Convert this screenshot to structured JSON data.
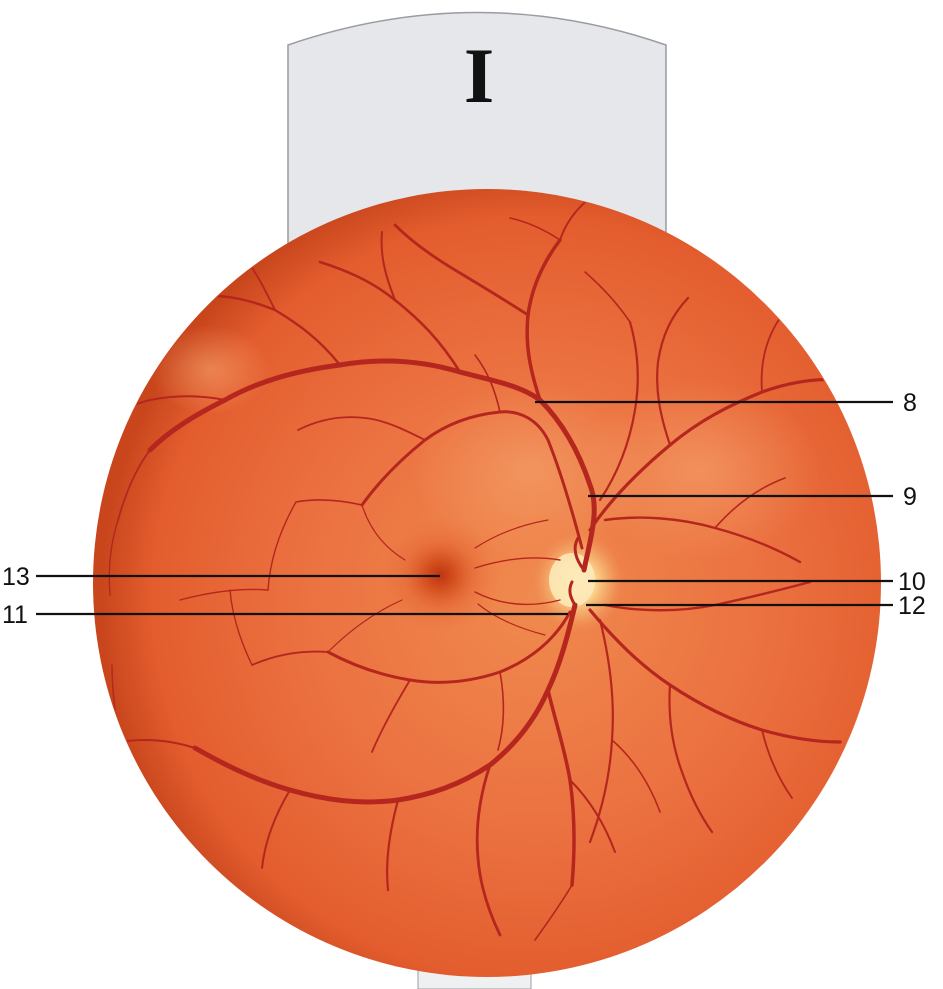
{
  "figure": {
    "panel_letter": "I",
    "labels": {
      "l8": "8",
      "l9": "9",
      "l10": "10",
      "l11": "11",
      "l12": "12",
      "l13": "13"
    },
    "colors": {
      "retina": "#e8663a",
      "retina_edge": "#c8451c",
      "vessel": "#b5261e",
      "optic_disc": "#fbe0a0",
      "fovea": "#c43a15",
      "tab_fill": "#e6e7ea",
      "tab_stroke": "#9a9ca2"
    },
    "icons": {
      "retina": "fundus-illustration"
    }
  }
}
